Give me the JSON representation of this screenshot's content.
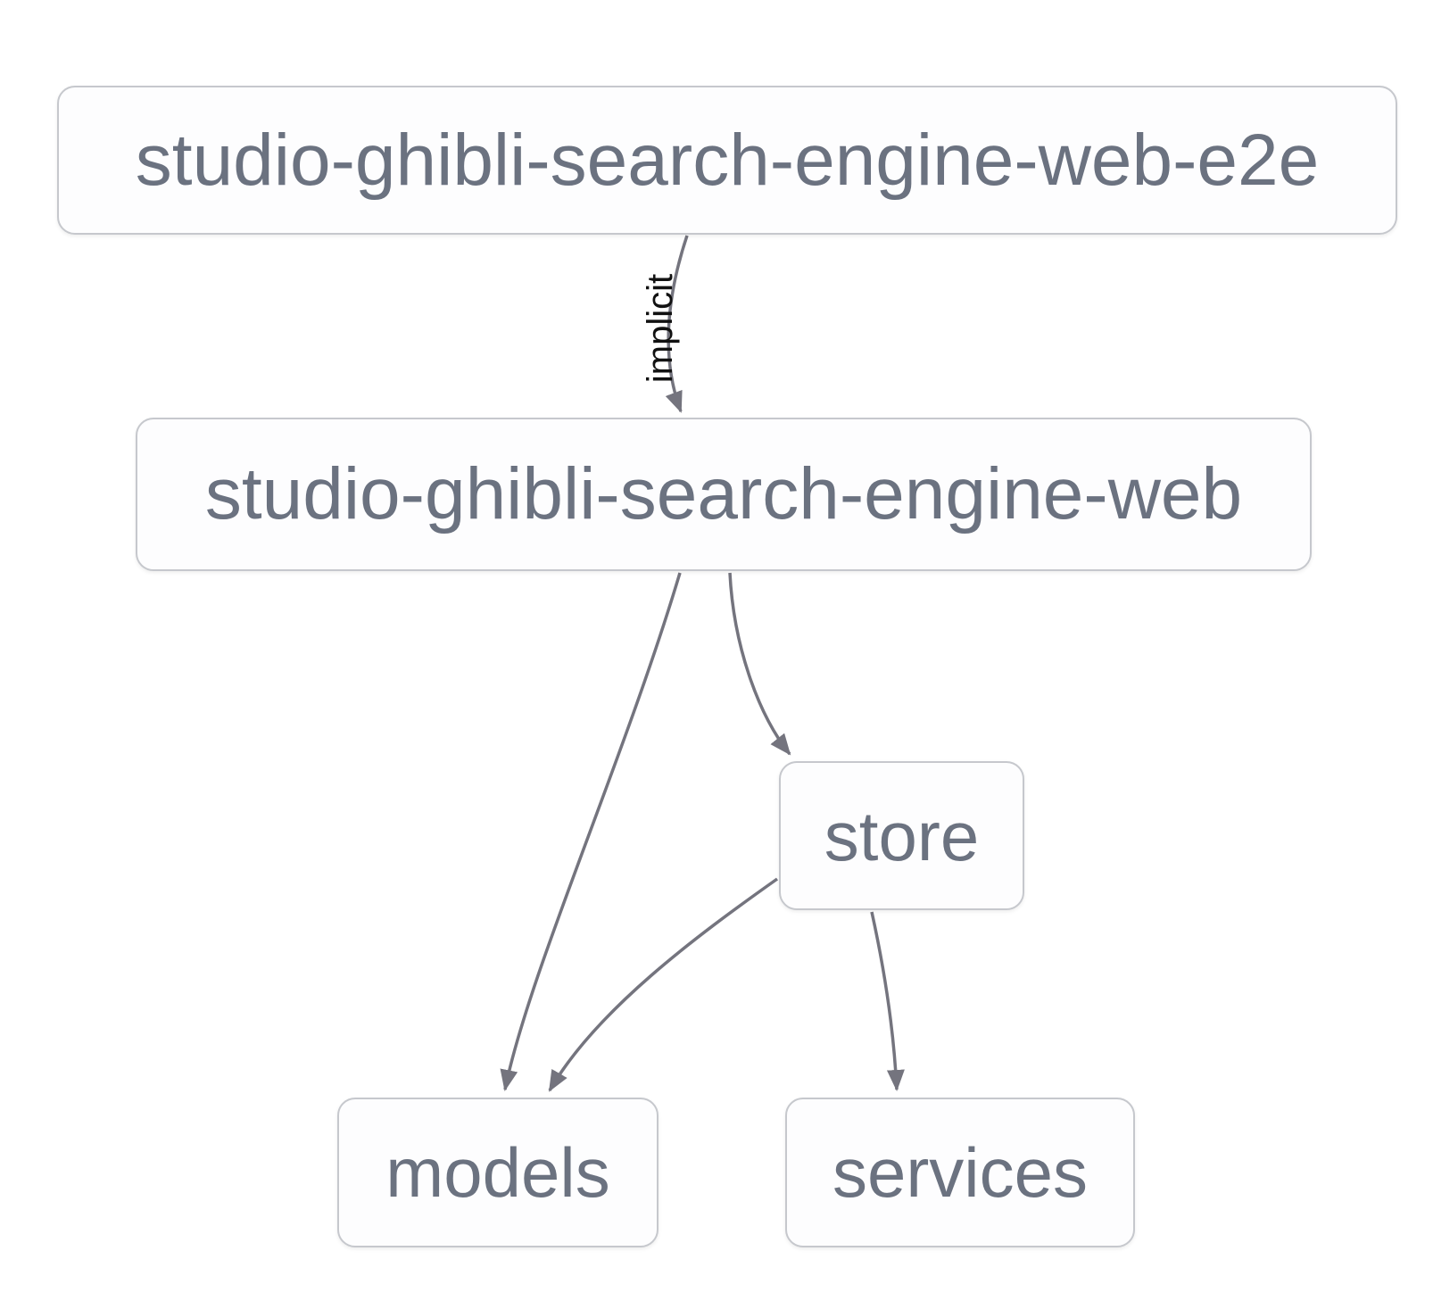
{
  "diagram": {
    "type": "dependency-graph",
    "nodes": [
      {
        "id": "studio-ghibli-search-engine-web-e2e",
        "label": "studio-ghibli-search-engine-web-e2e"
      },
      {
        "id": "studio-ghibli-search-engine-web",
        "label": "studio-ghibli-search-engine-web"
      },
      {
        "id": "store",
        "label": "store"
      },
      {
        "id": "models",
        "label": "models"
      },
      {
        "id": "services",
        "label": "services"
      }
    ],
    "edges": [
      {
        "source": "studio-ghibli-search-engine-web-e2e",
        "target": "studio-ghibli-search-engine-web",
        "label": "implicit"
      },
      {
        "source": "studio-ghibli-search-engine-web",
        "target": "models",
        "label": ""
      },
      {
        "source": "studio-ghibli-search-engine-web",
        "target": "store",
        "label": ""
      },
      {
        "source": "store",
        "target": "models",
        "label": ""
      },
      {
        "source": "store",
        "target": "services",
        "label": ""
      }
    ],
    "colors": {
      "background": "#ffffff",
      "node_fill": "#fdfdfe",
      "node_border": "#c6c8cd",
      "node_text": "#6b7280",
      "edge_stroke": "#74747e",
      "edge_label_text": "#111111"
    }
  }
}
